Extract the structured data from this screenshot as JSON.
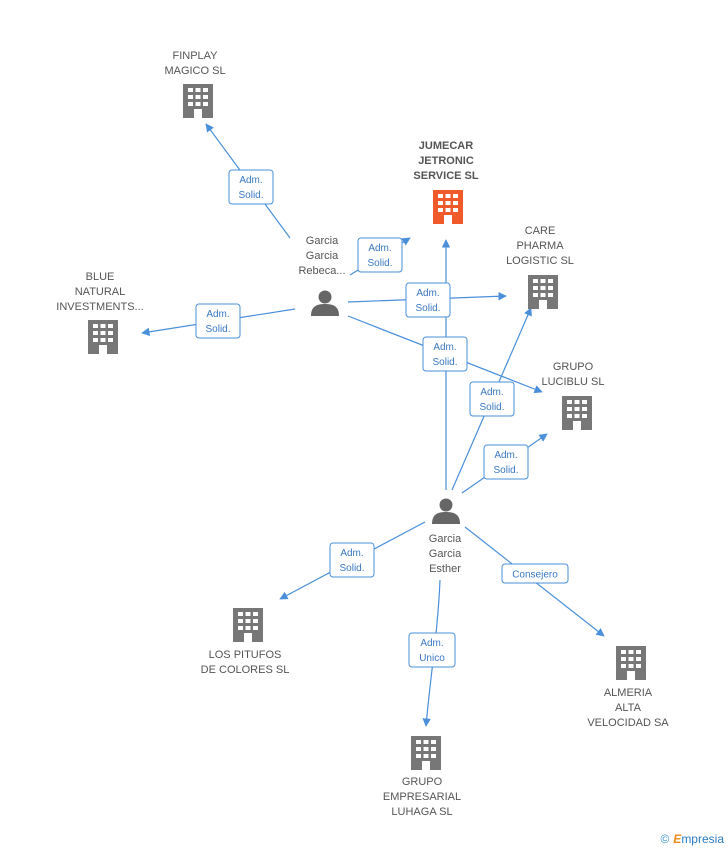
{
  "diagram": {
    "companies": [
      {
        "id": "finplay",
        "lines": [
          "FINPLAY",
          "MAGICO  SL"
        ],
        "highlight": false
      },
      {
        "id": "jumecar",
        "lines": [
          "JUMECAR",
          "JETRONIC",
          "SERVICE SL"
        ],
        "highlight": true
      },
      {
        "id": "care",
        "lines": [
          "CARE",
          "PHARMA",
          "LOGISTIC SL"
        ],
        "highlight": false
      },
      {
        "id": "blue",
        "lines": [
          "BLUE",
          "NATURAL",
          "INVESTMENTS..."
        ],
        "highlight": false
      },
      {
        "id": "luciblu",
        "lines": [
          "GRUPO",
          "LUCIBLU  SL"
        ],
        "highlight": false
      },
      {
        "id": "pitufos",
        "lines": [
          "LOS PITUFOS",
          "DE COLORES SL"
        ],
        "highlight": false
      },
      {
        "id": "almeria",
        "lines": [
          "ALMERIA",
          "ALTA",
          "VELOCIDAD SA"
        ],
        "highlight": false
      },
      {
        "id": "luhaga",
        "lines": [
          "GRUPO",
          "EMPRESARIAL",
          "LUHAGA  SL"
        ],
        "highlight": false
      }
    ],
    "persons": [
      {
        "id": "rebeca",
        "lines": [
          "Garcia",
          "Garcia",
          "Rebeca..."
        ]
      },
      {
        "id": "esther",
        "lines": [
          "Garcia",
          "Garcia",
          "Esther"
        ]
      }
    ],
    "relations": [
      {
        "id": "r1",
        "lines": [
          "Adm.",
          "Solid."
        ]
      },
      {
        "id": "r2",
        "lines": [
          "Adm.",
          "Solid."
        ]
      },
      {
        "id": "r3",
        "lines": [
          "Adm.",
          "Solid."
        ]
      },
      {
        "id": "r4",
        "lines": [
          "Adm.",
          "Solid."
        ]
      },
      {
        "id": "r5",
        "lines": [
          "Adm.",
          "Solid."
        ]
      },
      {
        "id": "r6",
        "lines": [
          "Adm.",
          "Solid."
        ]
      },
      {
        "id": "r7",
        "lines": [
          "Adm.",
          "Solid."
        ]
      },
      {
        "id": "r8",
        "lines": [
          "Adm.",
          "Solid."
        ]
      },
      {
        "id": "r9",
        "lines": [
          "Consejero"
        ]
      },
      {
        "id": "r10",
        "lines": [
          "Adm.",
          "Unico"
        ]
      }
    ],
    "colors": {
      "edge": "#4a8fd9",
      "building": "#777777",
      "highlight": "#f0592a",
      "person": "#666666"
    }
  },
  "brand": {
    "copyright": "©",
    "name_first": "E",
    "name_rest": "mpresia"
  }
}
